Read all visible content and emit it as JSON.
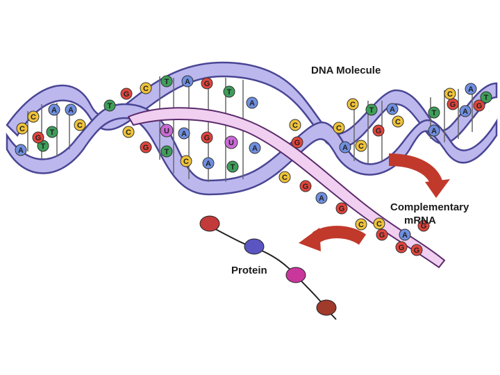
{
  "labels": {
    "dna": "DNA Molecule",
    "mrna_line1": "Complementary",
    "mrna_line2": "mRNA",
    "protein": "Protein"
  },
  "base_colors": {
    "A": "#6f8fe0",
    "T": "#3e9e5a",
    "G": "#e0443c",
    "C": "#f0c33a",
    "U": "#c96ad6"
  },
  "strand_colors": {
    "backbone_fill": "#bcb8ee",
    "backbone_stroke": "#4a4694",
    "mrna_fill": "#f0cff0",
    "mrna_stroke": "#5a2a6a",
    "arrow": "#c0392b"
  },
  "bases": {
    "upper_left": [
      "T",
      "A",
      "C",
      "A",
      "C",
      "A",
      "T",
      "G",
      "T",
      "C"
    ],
    "upper_mid": [
      "G",
      "C",
      "T",
      "A",
      "G",
      "T",
      "A"
    ],
    "inner": [
      "C",
      "U",
      "A",
      "G",
      "U",
      "A",
      "G",
      "T",
      "C",
      "A",
      "T"
    ],
    "lower_mid": [
      "C",
      "G",
      "A",
      "G",
      "C",
      "G"
    ],
    "right_helix": [
      "C",
      "C",
      "T",
      "A",
      "G",
      "C",
      "T",
      "G",
      "A",
      "G",
      "C",
      "A",
      "T",
      "A"
    ],
    "mrna_tail": [
      "C",
      "G",
      "C",
      "A",
      "G",
      "C",
      "G",
      "A",
      "G"
    ],
    "protein": [
      "#c23a3a",
      "#5a55c0",
      "#c9379c",
      "#a03a2a"
    ]
  }
}
